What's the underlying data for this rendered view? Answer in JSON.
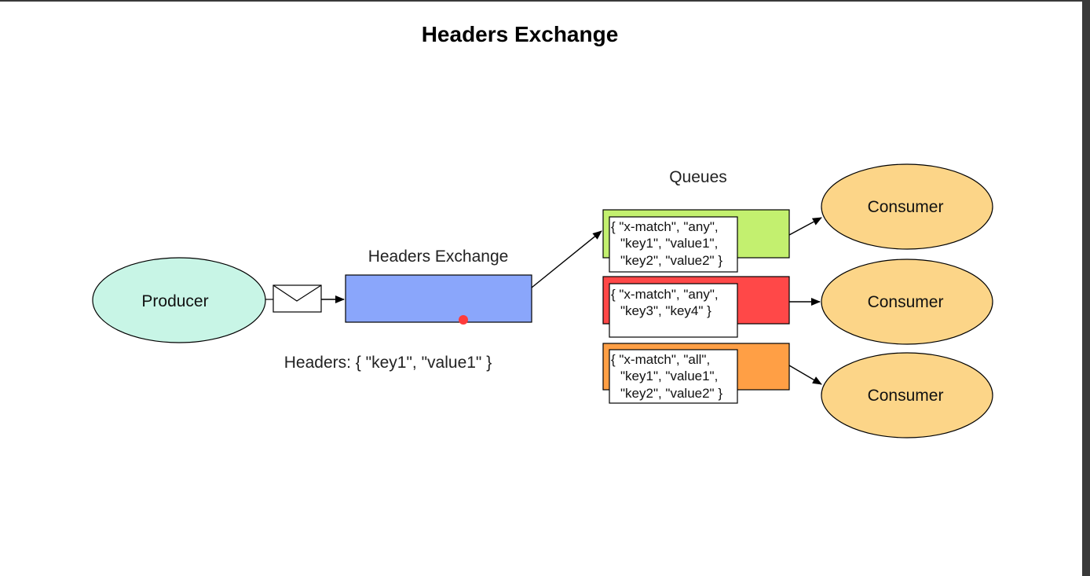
{
  "page": {
    "title": "Headers Exchange"
  },
  "diagram": {
    "producer": {
      "label": "Producer",
      "fill": "#c8f5e6"
    },
    "message": {
      "icon": "envelope-icon",
      "headers_caption": "Headers: { \"key1\", \"value1\" }"
    },
    "exchange": {
      "label": "Headers Exchange",
      "fill": "#8aa6fb",
      "dot_color": "#ff3b3b"
    },
    "queues_label": "Queues",
    "queues": [
      {
        "fill": "#c3f06f",
        "binding_lines": [
          "{ \"x-match\", \"any\",",
          "\"key1\", \"value1\",",
          "\"key2\", \"value2\" }"
        ]
      },
      {
        "fill": "#ff4848",
        "binding_lines": [
          "{ \"x-match\", \"any\",",
          "\"key3\", \"key4\" }"
        ]
      },
      {
        "fill": "#ff9f45",
        "binding_lines": [
          "{ \"x-match\", \"all\",",
          "\"key1\", \"value1\",",
          "\"key2\", \"value2\" }"
        ]
      }
    ],
    "consumers": [
      {
        "label": "Consumer"
      },
      {
        "label": "Consumer"
      },
      {
        "label": "Consumer"
      }
    ],
    "consumer_fill": "#fcd588"
  }
}
